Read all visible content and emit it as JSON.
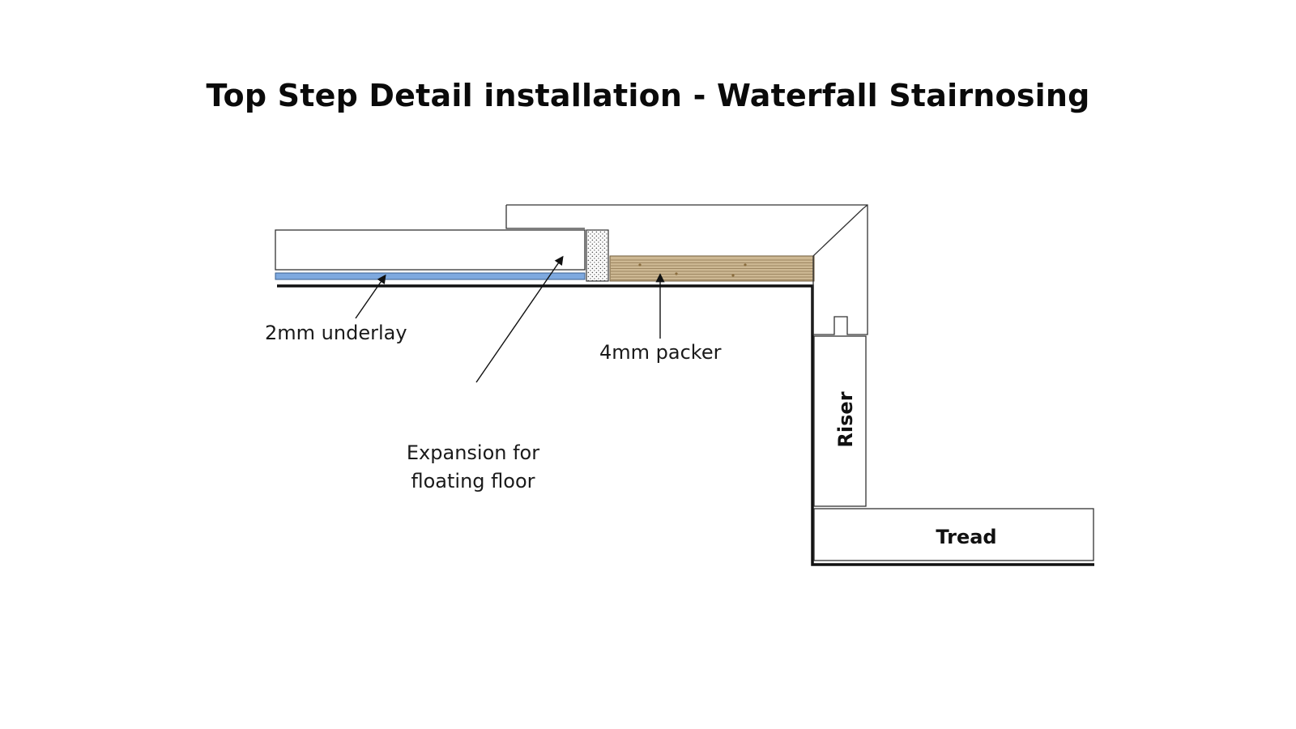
{
  "title": "Top Step Detail installation - Waterfall Stairnosing",
  "labels": {
    "underlay": "2mm underlay",
    "packer": "4mm packer",
    "expansion_line1": "Expansion for",
    "expansion_line2": "floating floor",
    "riser": "Riser",
    "tread": "Tread"
  },
  "colors": {
    "underlay": "#7ea9df",
    "packer": "#cdb893",
    "outline": "#222222",
    "substrate": "#111111"
  }
}
